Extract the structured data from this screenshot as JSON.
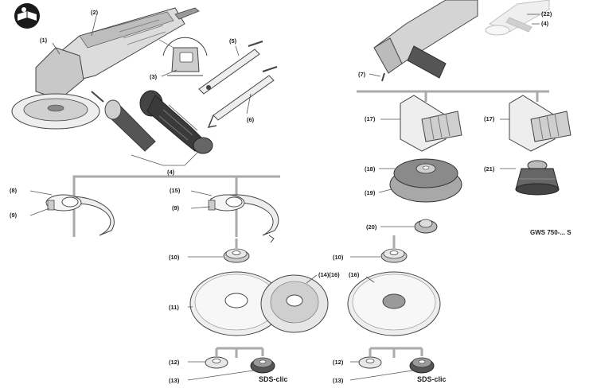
{
  "labels": {
    "l1": "(1)",
    "l2": "(2)",
    "l3": "(3)",
    "l4": "(4)",
    "l5": "(5)",
    "l6": "(6)",
    "l7": "(7)",
    "l8": "(8)",
    "l9a": "(9)",
    "l9b": "(9)",
    "l10a": "(10)",
    "l10b": "(10)",
    "l11": "(11)",
    "l12a": "(12)",
    "l12b": "(12)",
    "l13a": "(13)",
    "l13b": "(13)",
    "l14_16": "(14)(16)",
    "l15": "(15)",
    "l16": "(16)",
    "l17a": "(17)",
    "l17b": "(17)",
    "l18": "(18)",
    "l19": "(19)",
    "l20": "(20)",
    "l21": "(21)",
    "l22": "(22)",
    "l4b": "(4)"
  },
  "model_label": "GWS 750-... S",
  "sds_label_a": "SDS-clic",
  "sds_label_b": "SDS-clic",
  "colors": {
    "line": "#444444",
    "tree": "#aaaaaa",
    "metal": "#e4e4e4",
    "dark": "#333333",
    "reference_icon": "#1a1a1a"
  },
  "icons": [
    "read-manual-icon"
  ]
}
